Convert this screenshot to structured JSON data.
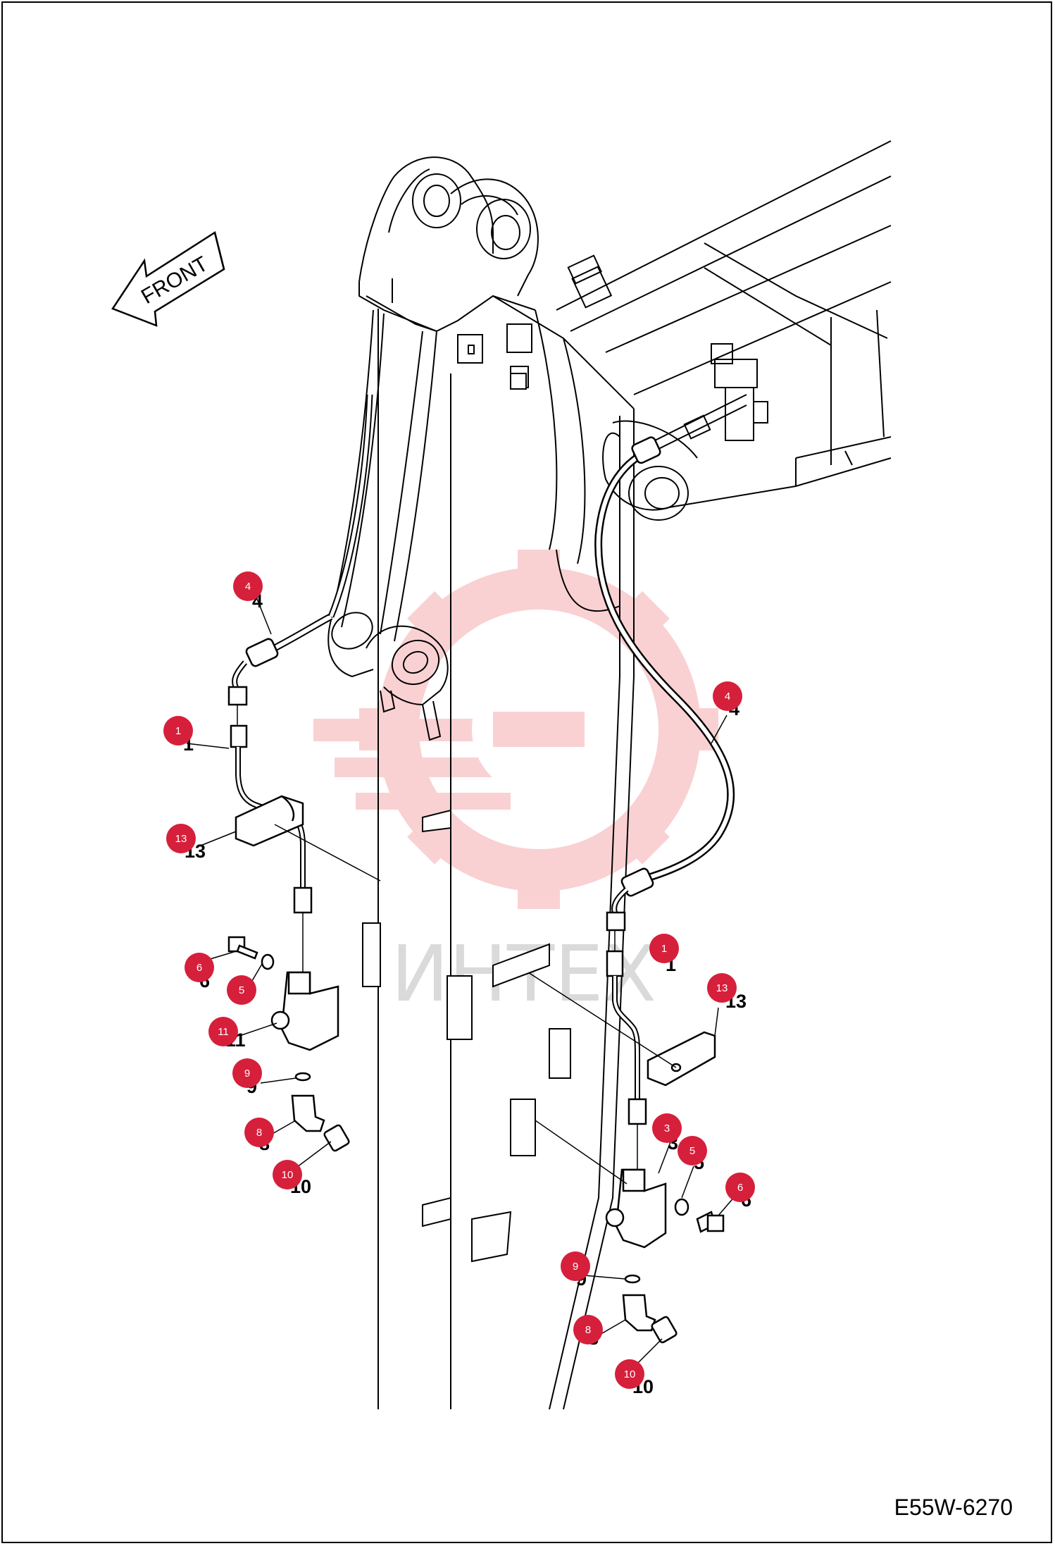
{
  "drawing": {
    "code": "E55W-6270",
    "front_label": "FRONT",
    "watermark_text": "ИНТЕХ"
  },
  "colors": {
    "callout": "#d61f3a",
    "line": "#000000",
    "watermark": "#e8333a"
  },
  "callouts": [
    {
      "id": "left-4",
      "label": "4"
    },
    {
      "id": "left-1",
      "label": "1"
    },
    {
      "id": "left-13",
      "label": "13"
    },
    {
      "id": "left-6",
      "label": "6"
    },
    {
      "id": "left-5",
      "label": "5"
    },
    {
      "id": "left-11",
      "label": "11"
    },
    {
      "id": "left-9",
      "label": "9"
    },
    {
      "id": "left-8",
      "label": "8"
    },
    {
      "id": "left-10",
      "label": "10"
    },
    {
      "id": "right-4",
      "label": "4"
    },
    {
      "id": "right-1",
      "label": "1"
    },
    {
      "id": "right-13",
      "label": "13"
    },
    {
      "id": "right-3",
      "label": "3"
    },
    {
      "id": "right-5",
      "label": "5"
    },
    {
      "id": "right-6",
      "label": "6"
    },
    {
      "id": "right-9",
      "label": "9"
    },
    {
      "id": "right-8",
      "label": "8"
    },
    {
      "id": "right-10",
      "label": "10"
    }
  ]
}
